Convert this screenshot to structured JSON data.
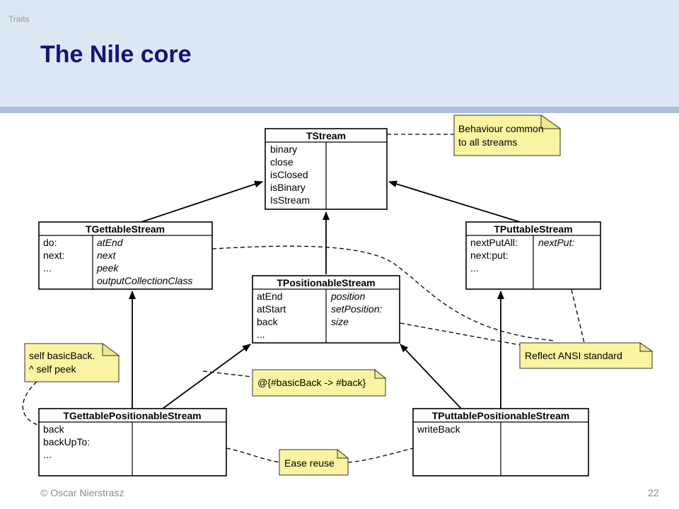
{
  "header": {
    "section_label": "Traits",
    "title": "The Nile core"
  },
  "footer": {
    "author": "© Oscar Nierstrasz",
    "page_number": "22"
  },
  "diagram": {
    "classes": {
      "tstream": {
        "name": "TStream",
        "left": [
          "binary",
          "close",
          "isClosed",
          "isBinary",
          "IsStream"
        ],
        "right": []
      },
      "tgettable": {
        "name": "TGettableStream",
        "left": [
          "do:",
          "next:",
          "..."
        ],
        "right": [
          "atEnd",
          "next",
          "peek",
          "outputCollectionClass"
        ]
      },
      "tputtable": {
        "name": "TPuttableStream",
        "left": [
          "nextPutAll:",
          "next:put:",
          "..."
        ],
        "right": [
          "nextPut:"
        ]
      },
      "tpositionable": {
        "name": "TPositionableStream",
        "left": [
          "atEnd",
          "atStart",
          "back",
          "..."
        ],
        "right": [
          "position",
          "setPosition:",
          "size"
        ]
      },
      "tgettablepositionable": {
        "name": "TGettablePositionableStream",
        "left": [
          "back",
          "backUpTo:",
          "..."
        ],
        "right": []
      },
      "tputtablepositionable": {
        "name": "TPuttablePositionableStream",
        "left": [
          "writeBack"
        ],
        "right": []
      }
    },
    "notes": {
      "behaviour": [
        "Behaviour common",
        "to all streams"
      ],
      "ansi": [
        "Reflect ANSI standard"
      ],
      "basicback": [
        "self basicBack.",
        "^ self peek"
      ],
      "alias": [
        "@{#basicBack -> #back}"
      ],
      "reuse": [
        "Ease reuse"
      ]
    },
    "colors": {
      "note_fill": "#faf4a2",
      "title_color": "#131377",
      "header_bg": "#dde6f3",
      "header_rule": "#a9bfdd"
    }
  }
}
